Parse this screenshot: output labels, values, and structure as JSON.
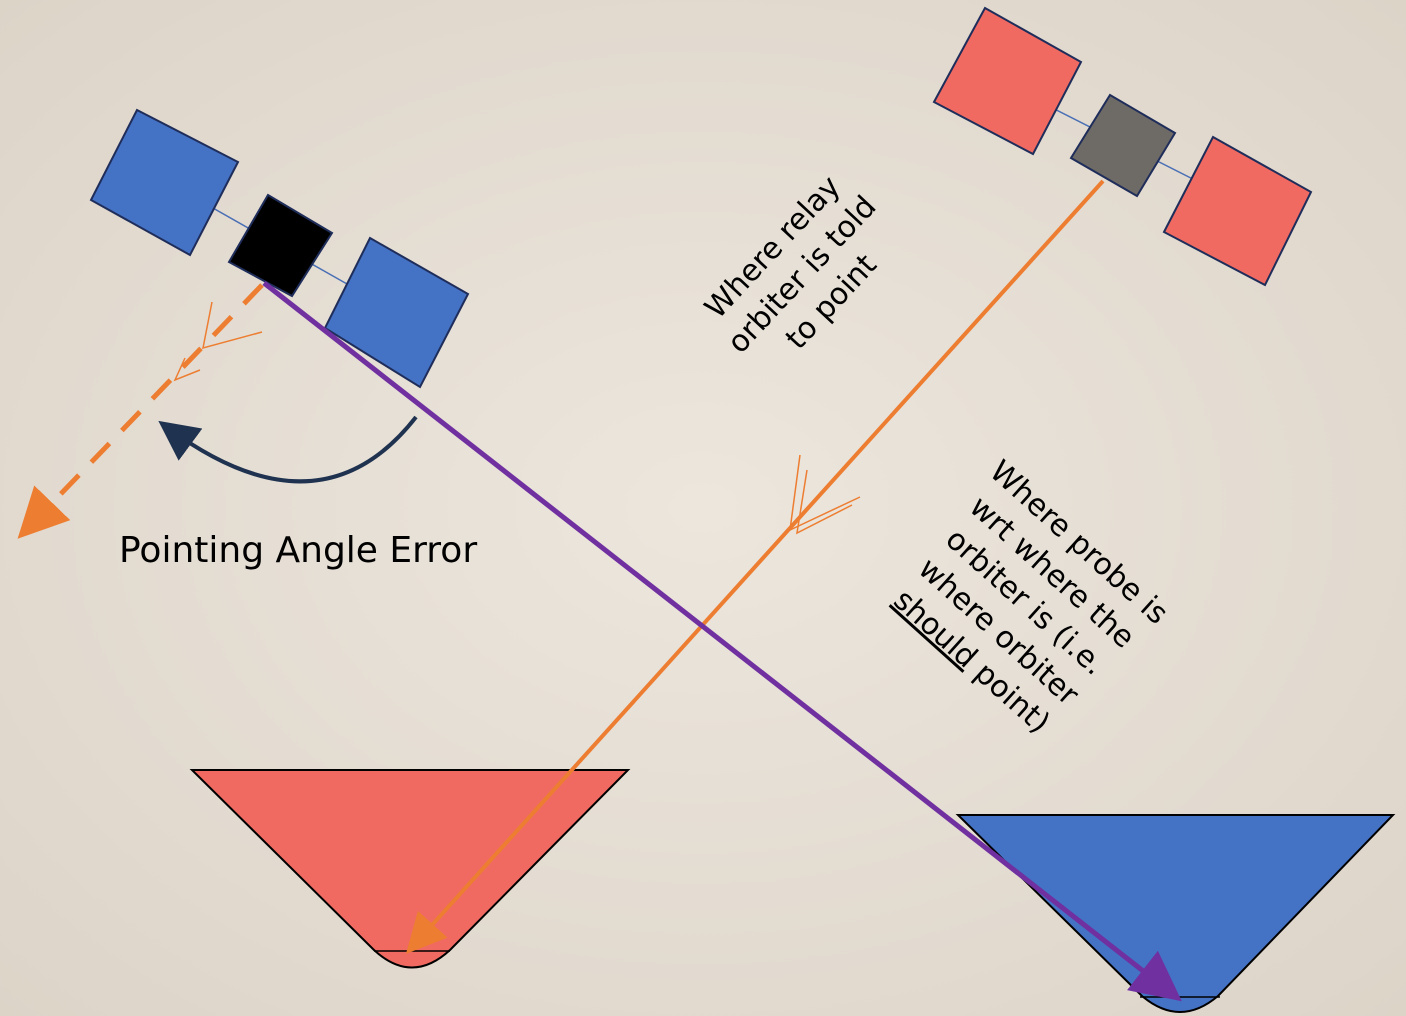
{
  "labels": {
    "pointing_error": "Pointing Angle Error",
    "relay_told": [
      "Where relay",
      "orbiter is told",
      "to point"
    ],
    "probe_wrt": [
      "Where probe is",
      "wrt where the",
      "orbiter is (i.e.",
      "where orbiter"
    ],
    "should_underlined": "should",
    "should_rest": " point)"
  },
  "colors": {
    "background": "#e9e3da",
    "blue_panel": "#4472c4",
    "red_panel": "#f06a62",
    "blue_bus": "#000000",
    "red_bus": "#6e6a66",
    "orange_line": "#ed7d31",
    "purple_line": "#7030a0",
    "curve_arrow": "#1f3250"
  }
}
